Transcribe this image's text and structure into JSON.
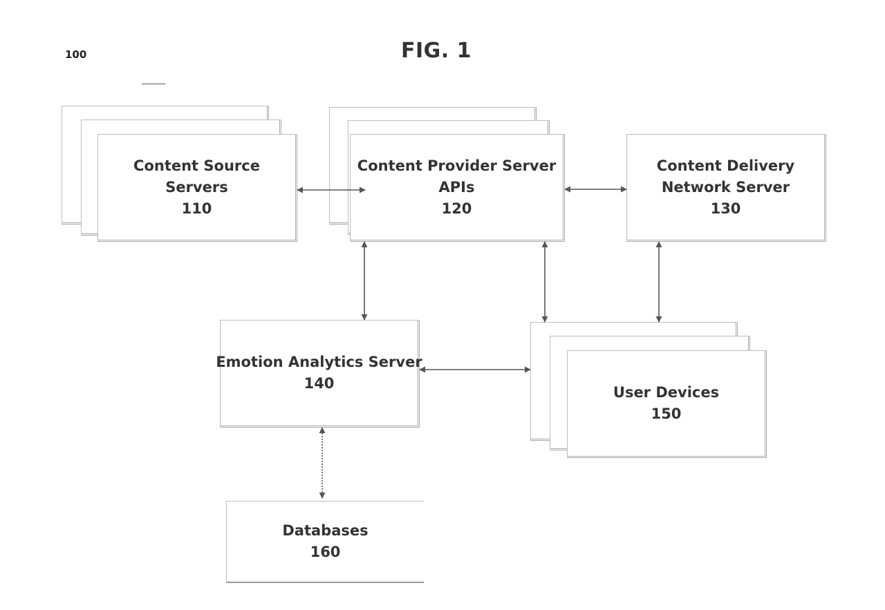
{
  "figure": {
    "title": "FIG. 1",
    "reference": "100"
  },
  "nodes": {
    "content_source": {
      "label_line1": "Content Source",
      "label_line2": "Servers",
      "number": "110"
    },
    "content_provider": {
      "label_line1": "Content Provider Server",
      "label_line2": "APIs",
      "number": "120"
    },
    "cdn": {
      "label_line1": "Content Delivery",
      "label_line2": "Network Server",
      "number": "130"
    },
    "emotion_analytics": {
      "label_line1": "Emotion Analytics Server",
      "number": "140"
    },
    "user_devices": {
      "label_line1": "User Devices",
      "number": "150"
    },
    "databases": {
      "label_line1": "Databases",
      "number": "160"
    }
  },
  "connections": [
    {
      "from": "content_source",
      "to": "content_provider",
      "arrows": "both"
    },
    {
      "from": "content_provider",
      "to": "cdn",
      "arrows": "both"
    },
    {
      "from": "content_provider",
      "to": "emotion_analytics",
      "arrows": "both"
    },
    {
      "from": "content_provider",
      "to": "user_devices",
      "arrows": "both"
    },
    {
      "from": "cdn",
      "to": "user_devices",
      "arrows": "both"
    },
    {
      "from": "emotion_analytics",
      "to": "user_devices",
      "arrows": "both"
    },
    {
      "from": "emotion_analytics",
      "to": "databases",
      "arrows": "both"
    }
  ],
  "colors": {
    "line": "#555555",
    "text": "#333333",
    "box_border": "#a8a8a8"
  }
}
